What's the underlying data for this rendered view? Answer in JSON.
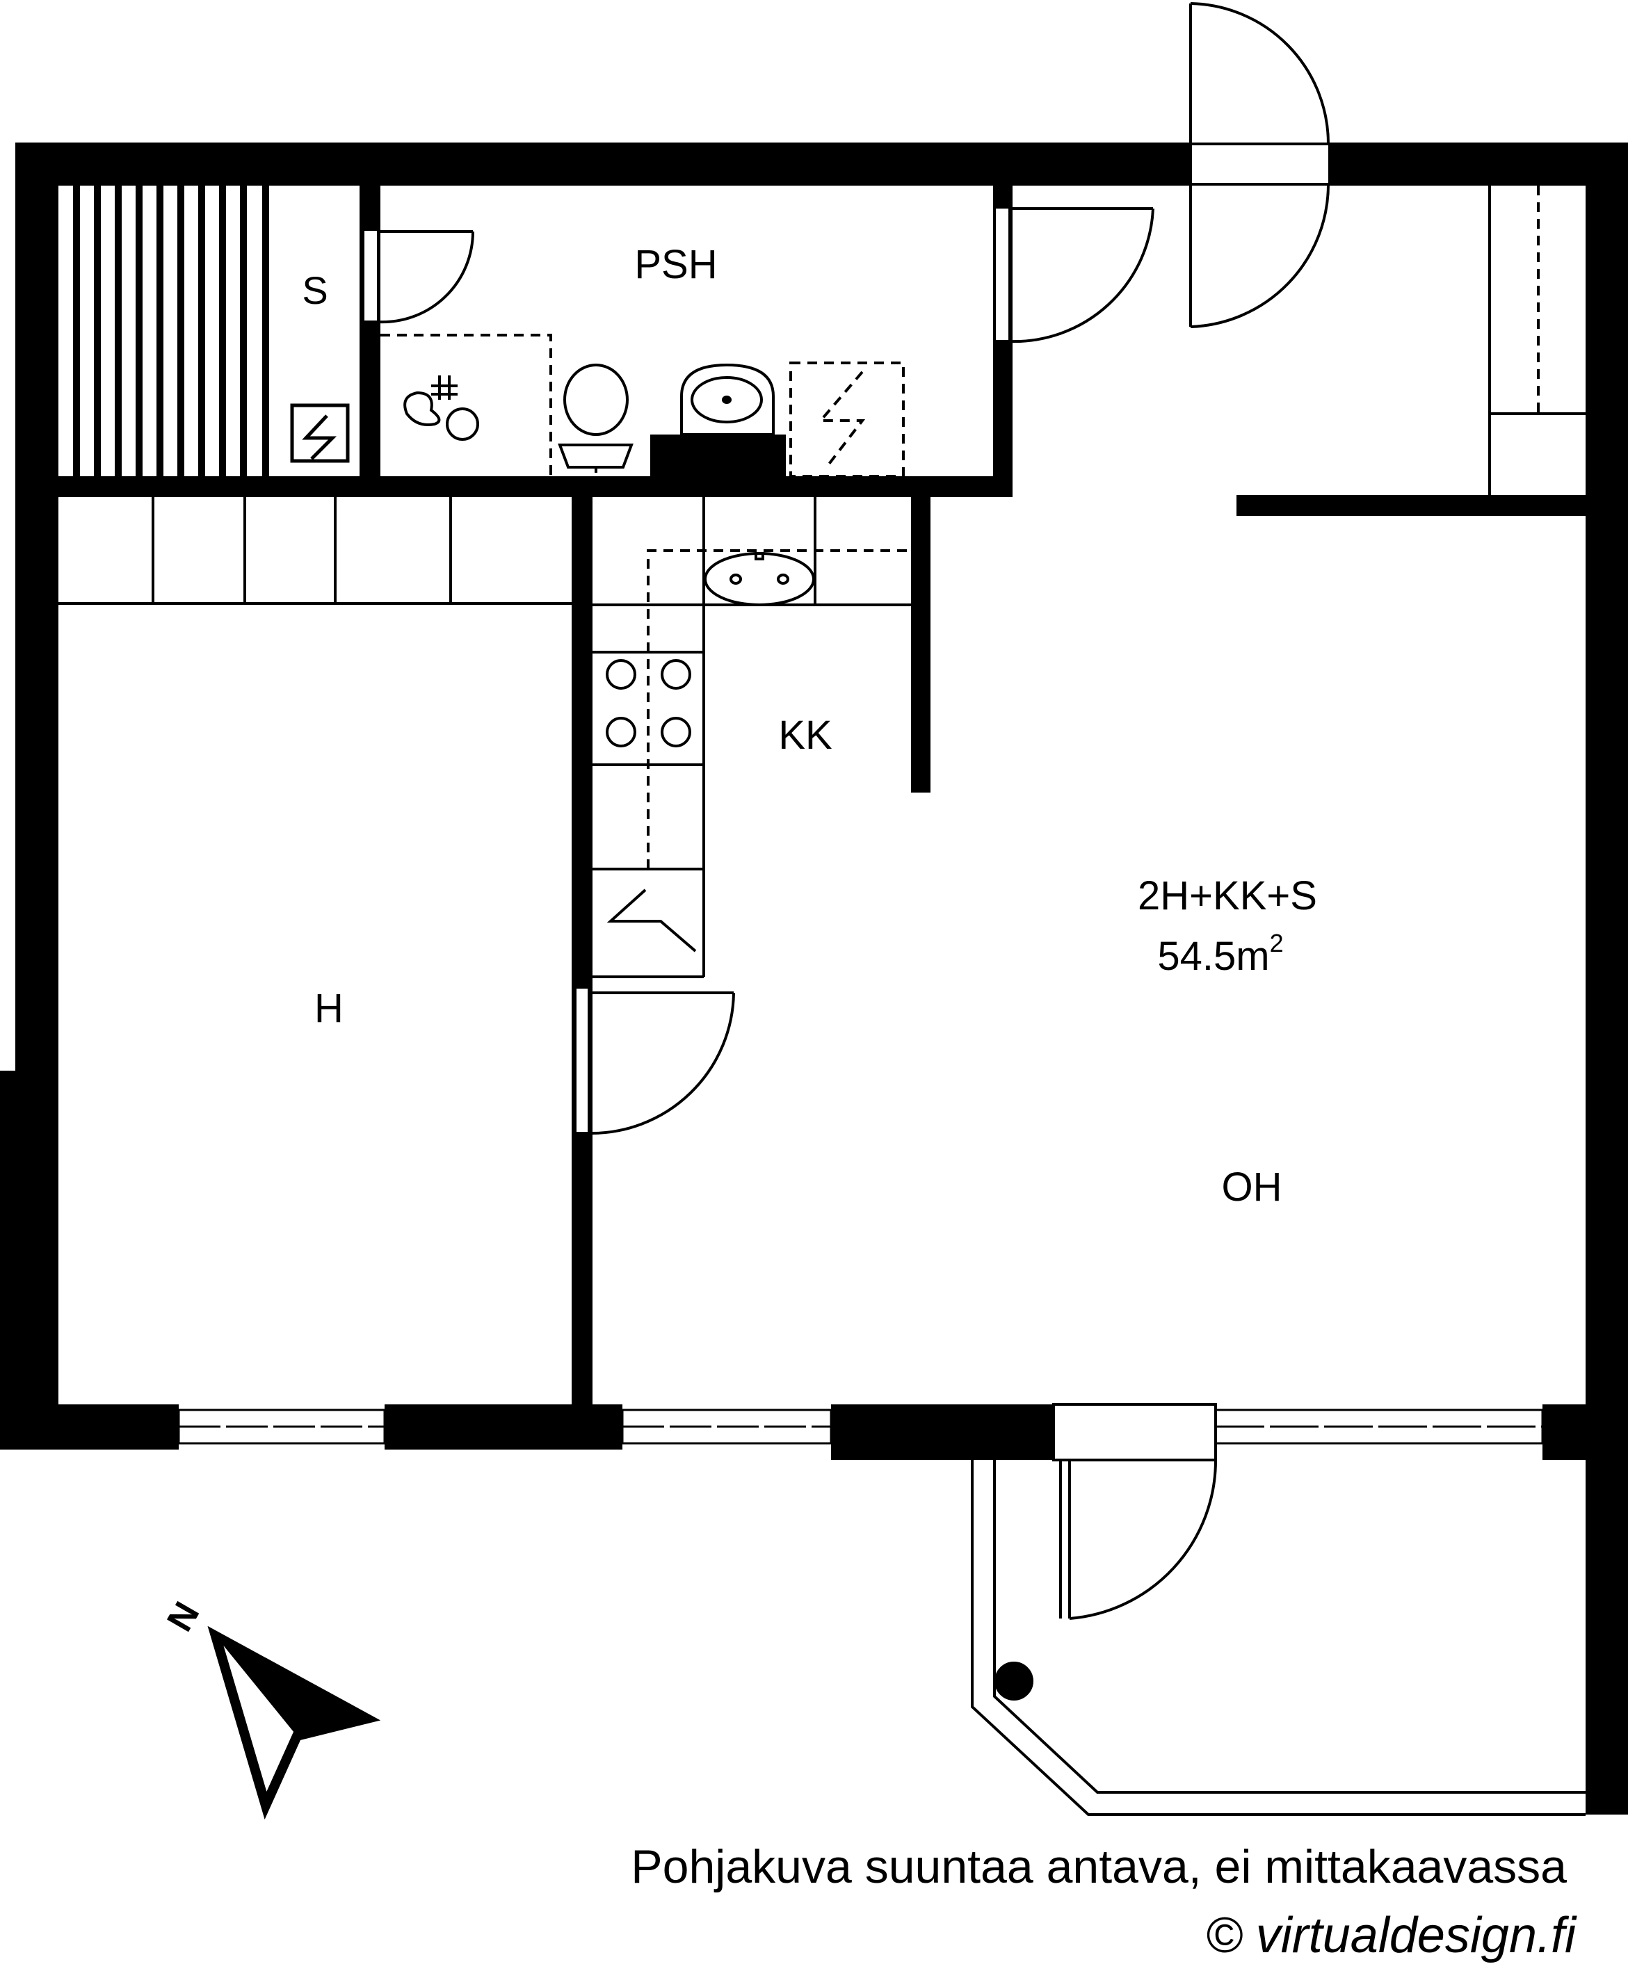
{
  "rooms": {
    "sauna": "S",
    "bathroom": "PSH",
    "kitchen": "KK",
    "bedroom": "H",
    "living": "OH"
  },
  "summary": {
    "type": "2H+KK+S",
    "area_value": "54.5m",
    "area_exp": "2"
  },
  "compass": {
    "north": "N"
  },
  "footer": {
    "disclaimer": "Pohjakuva suuntaa antava, ei mittakaavassa",
    "copyright_symbol": "©",
    "copyright_name": "virtualdesign.fi"
  }
}
